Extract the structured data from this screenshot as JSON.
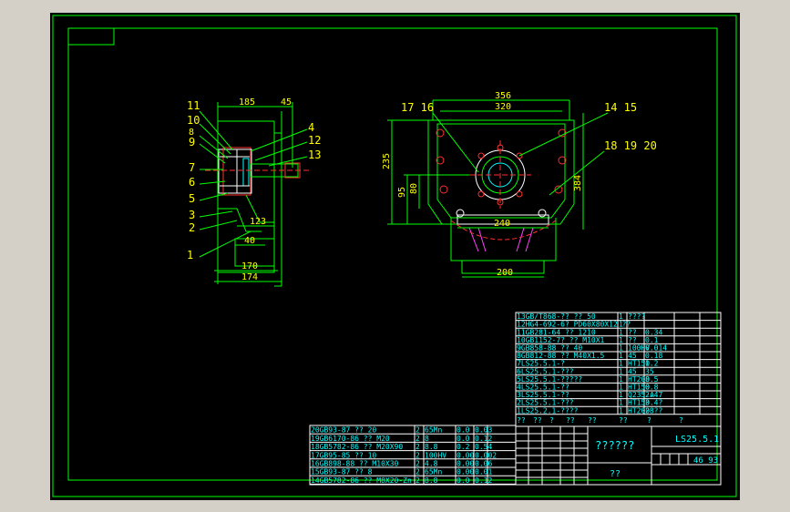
{
  "drawing": {
    "title_text": "??????",
    "drawing_number": "LS25.5.1",
    "sub_label": "??",
    "scale_text": "46 93"
  },
  "dimensions": {
    "side_view": [
      "185",
      "45",
      "123",
      "40",
      "170",
      "174"
    ],
    "front_view": [
      "356",
      "320",
      "235",
      "95",
      "80",
      "384",
      "240",
      "200"
    ]
  },
  "balloons": {
    "side_view": [
      "11",
      "10",
      "8",
      "9",
      "7",
      "6",
      "5",
      "3",
      "2",
      "1",
      "4",
      "12",
      "13"
    ],
    "front_view": [
      "17 16",
      "14 15",
      "18 19 20"
    ]
  },
  "parts_list_right": [
    {
      "no_name": "13GB/T868-??  ?? 50",
      "qty": "1",
      "material": "????",
      "w1": "",
      "w2": ""
    },
    {
      "no_name": "12HG4-692-6?  PD60X80X12  ??",
      "qty": "1",
      "material": "",
      "w1": "",
      "w2": ""
    },
    {
      "no_name": "11GB281-64  ??  1210",
      "qty": "1",
      "material": "??",
      "w1": "0.34",
      "w2": ""
    },
    {
      "no_name": "10GB1152-7?  ??  M10X1",
      "qty": "1",
      "material": "??",
      "w1": "0.1",
      "w2": ""
    },
    {
      "no_name": "9GB858-88  ??  40",
      "qty": "1",
      "material": "100HV",
      "w1": "0.014",
      "w2": ""
    },
    {
      "no_name": "8GB812-88  ??  M40X1.5",
      "qty": "1",
      "material": "45",
      "w1": "0.18",
      "w2": ""
    },
    {
      "no_name": "7LS25.5.1-?",
      "qty": "1",
      "material": "HT150",
      "w1": "1.2",
      "w2": ""
    },
    {
      "no_name": "6LS25.5.1-???",
      "qty": "1",
      "material": "45",
      "w1": "35",
      "w2": ""
    },
    {
      "no_name": "5LS25.5.1-?????",
      "qty": "1",
      "material": "HT200",
      "w1": "8.5",
      "w2": ""
    },
    {
      "no_name": "4LS25.5.1-??",
      "qty": "1",
      "material": "HT150",
      "w1": "0.8",
      "w2": ""
    },
    {
      "no_name": "3LS25.5.1-??",
      "qty": "1",
      "material": "Q235-A",
      "w1": "2.47",
      "w2": ""
    },
    {
      "no_name": "2LS25.5.1-???",
      "qty": "1",
      "material": "HT150",
      "w1": "3.4?",
      "w2": ""
    },
    {
      "no_name": "1LS25.2.1-????",
      "qty": "1",
      "material": "HT200",
      "w1": "28??",
      "w2": ""
    }
  ],
  "parts_list_right_header": [
    "??",
    "??",
    "?",
    "??",
    "??",
    "??",
    "?",
    "?"
  ],
  "parts_list_left": [
    {
      "no_name": "20GB93-87  ??  20",
      "qty": "2",
      "material": "65Mn",
      "w1": "0.0",
      "w2": "0.03"
    },
    {
      "no_name": "19GB6170-86  ??  M20",
      "qty": "2",
      "material": "8",
      "w1": "0.0",
      "w2": "0.12"
    },
    {
      "no_name": "18GB5782-86  ??  M20X90",
      "qty": "2",
      "material": "8.8",
      "w1": "0.2",
      "w2": "0.54"
    },
    {
      "no_name": "17GB95-85  ??  10",
      "qty": "2",
      "material": "100HV",
      "w1": "0.00",
      "w2": "0.002"
    },
    {
      "no_name": "16GB898-88  ??  M10X30",
      "qty": "2",
      "material": "4.8",
      "w1": "0.00",
      "w2": "0.06"
    },
    {
      "no_name": "15GB93-87  ??  8",
      "qty": "2",
      "material": "65Mn",
      "w1": "0.00",
      "w2": "0.01"
    },
    {
      "no_name": "14GB5782-86  ??  M8X20-Zn",
      "qty": "2",
      "material": "8.8",
      "w1": "0.0",
      "w2": "0.12"
    }
  ]
}
